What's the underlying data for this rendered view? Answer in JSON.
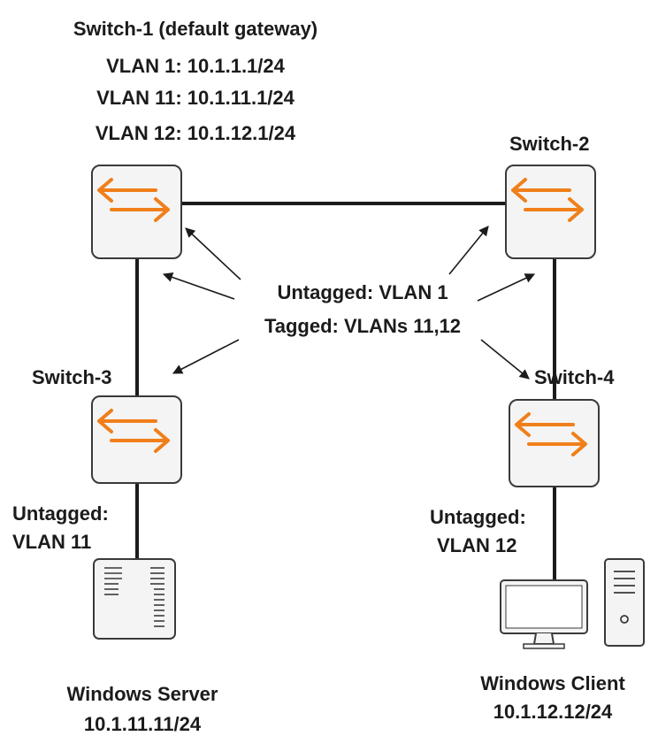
{
  "switch1": {
    "name": "Switch-1 (default gateway)",
    "vlan_lines": [
      "VLAN 1: 10.1.1.1/24",
      "VLAN 11: 10.1.11.1/24",
      "VLAN 12: 10.1.12.1/24"
    ]
  },
  "switch2": {
    "name": "Switch-2"
  },
  "switch3": {
    "name": "Switch-3"
  },
  "switch4": {
    "name": "Switch-4"
  },
  "trunk_note": {
    "untagged": "Untagged: VLAN 1",
    "tagged": "Tagged: VLANs 11,12"
  },
  "server_port": {
    "line1": "Untagged:",
    "line2": "VLAN 11"
  },
  "client_port": {
    "line1": "Untagged:",
    "line2": "VLAN 12"
  },
  "server": {
    "name": "Windows Server",
    "ip": "10.1.11.11/24"
  },
  "client": {
    "name": "Windows Client",
    "ip": "10.1.12.12/24"
  },
  "colors": {
    "switch_arrow": "#f07f1a",
    "outline": "#3a3a3a",
    "link": "#1b1b1b",
    "device_fill": "#f4f4f4"
  },
  "icons": [
    "switch-icon",
    "server-icon",
    "monitor-icon",
    "tower-icon"
  ]
}
